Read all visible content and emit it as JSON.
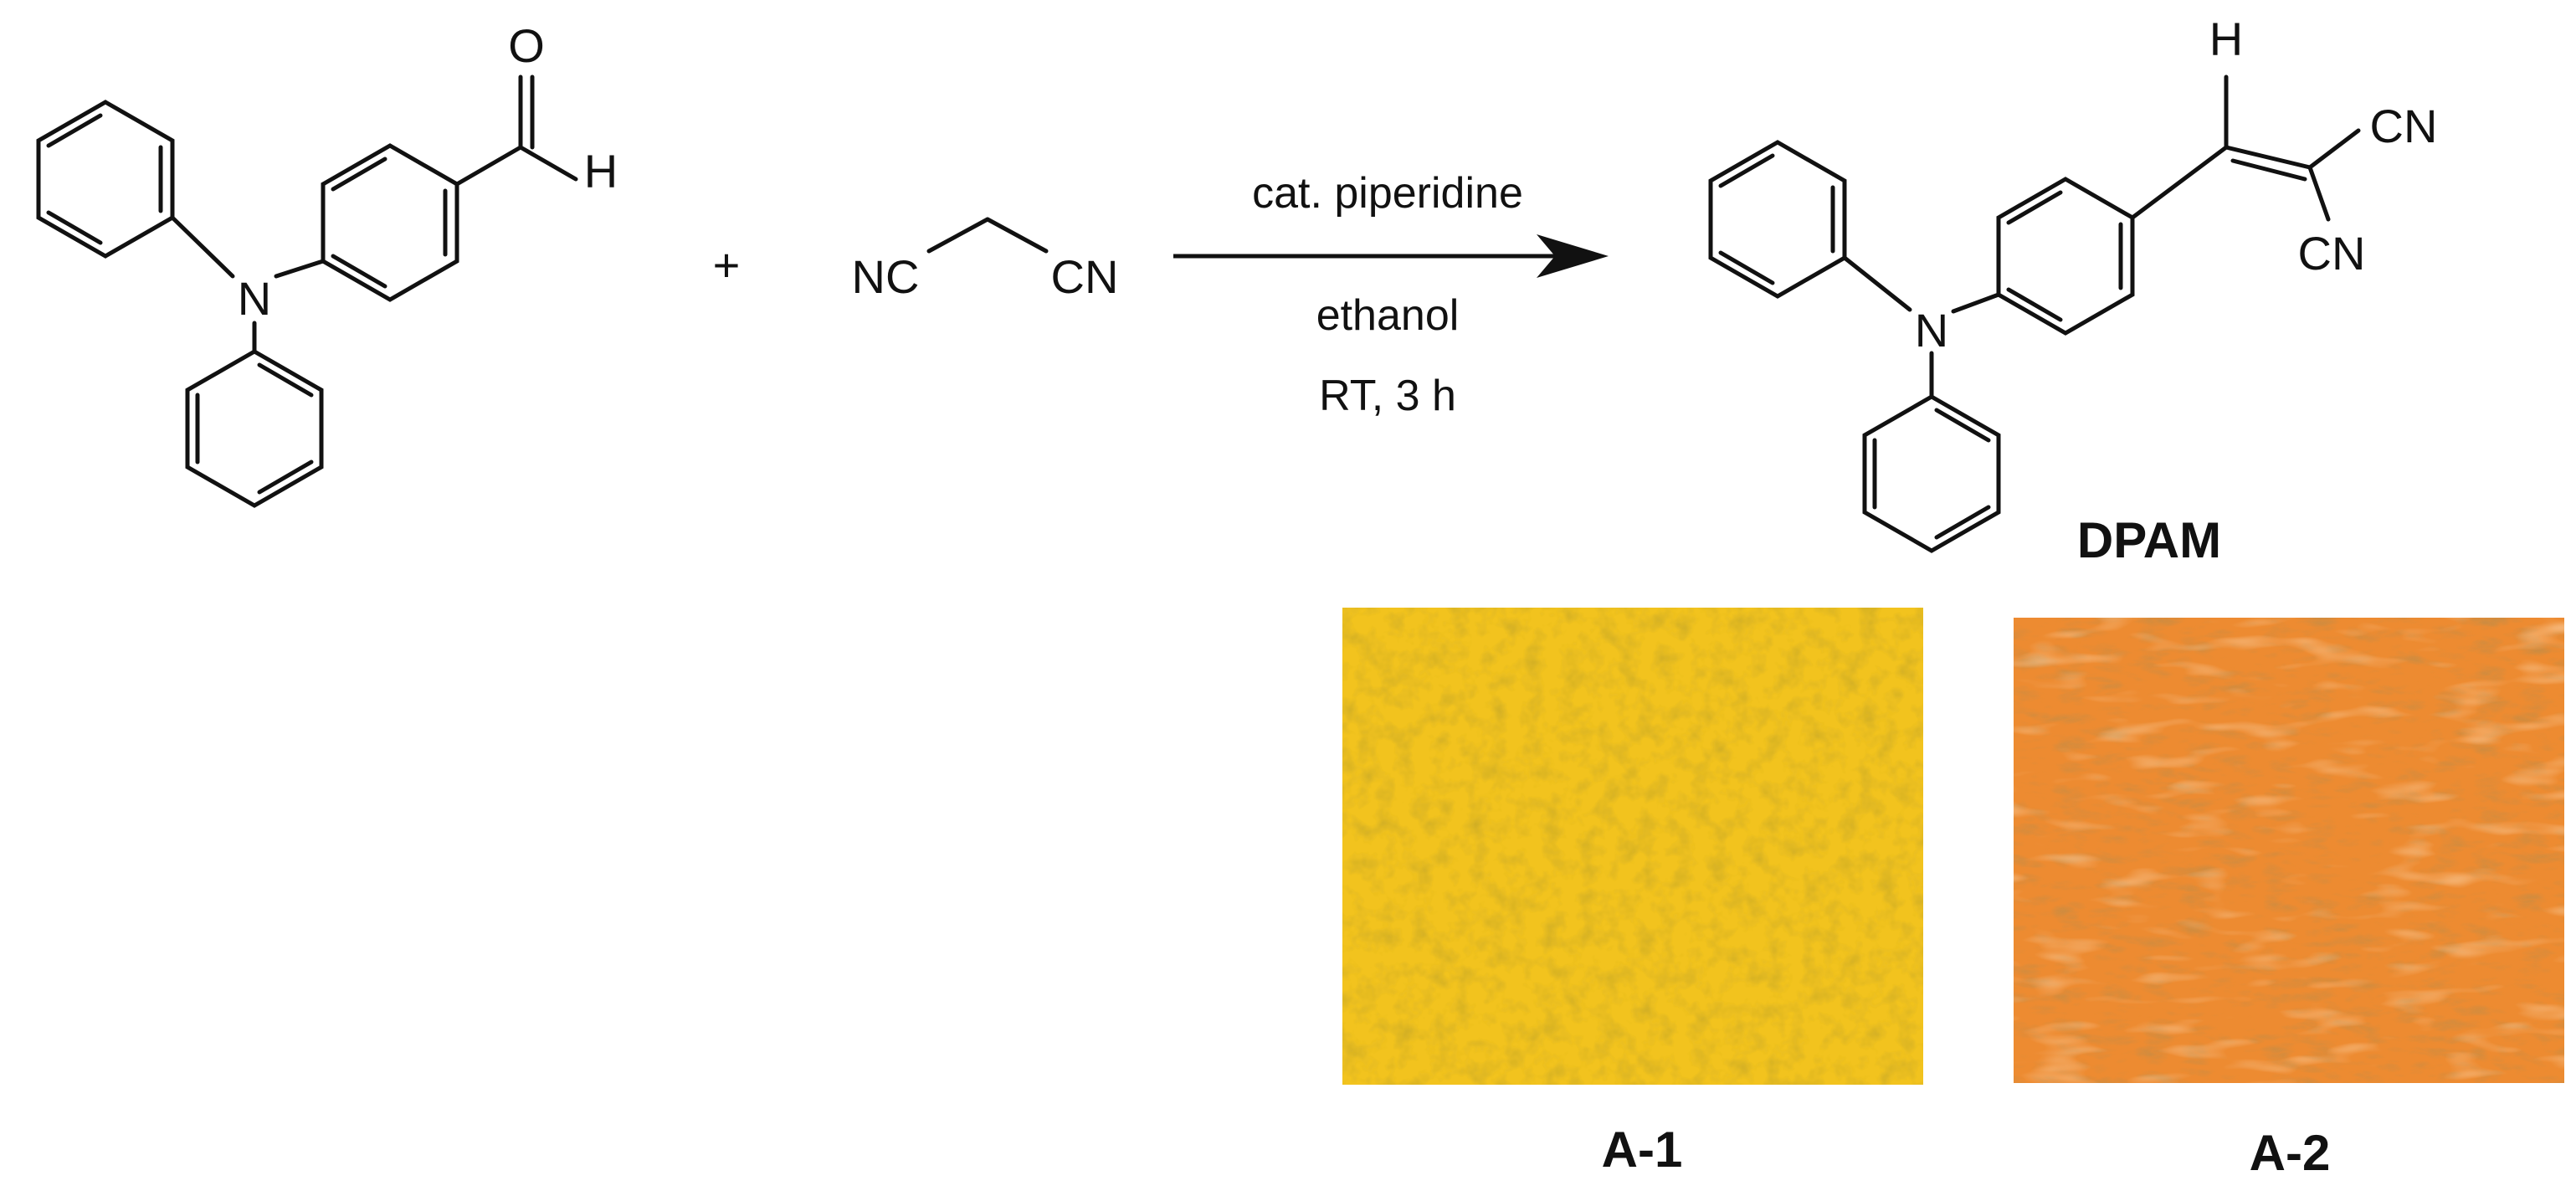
{
  "reactant1": {
    "atoms": {
      "nitrogen": "N",
      "oxygen": "O",
      "hydrogen": "H"
    }
  },
  "plus_sign": "+",
  "reactant2": {
    "left_group": "NC",
    "right_group": "CN"
  },
  "conditions": {
    "catalyst": "cat. piperidine",
    "solvent": "ethanol",
    "temp_time": "RT,  3 h"
  },
  "product": {
    "atoms": {
      "nitrogen": "N",
      "hydrogen": "H",
      "cyano_top": "CN",
      "cyano_bottom": "CN"
    },
    "label": "DPAM"
  },
  "photos": [
    {
      "label": "A-1",
      "color": "#F2C31E"
    },
    {
      "label": "A-2",
      "color": "#F08A2E"
    }
  ],
  "colors": {
    "ink": "#111111",
    "a1_yellow": "#F2C31E",
    "a2_orange": "#F08A2E"
  }
}
